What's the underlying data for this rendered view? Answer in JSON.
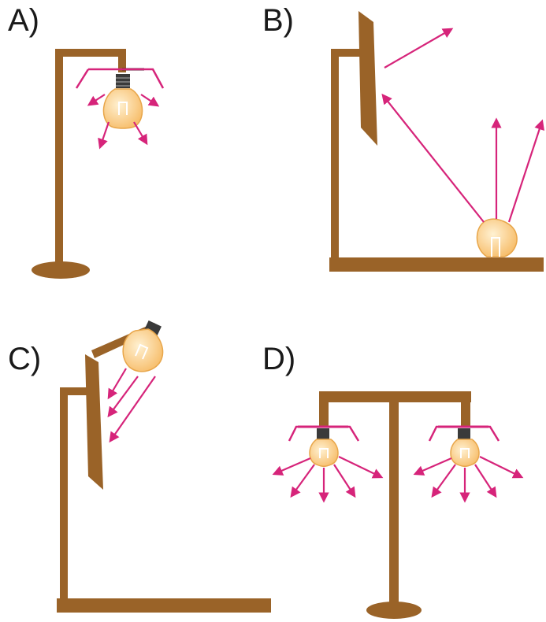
{
  "panels": [
    {
      "label": "A)"
    },
    {
      "label": "B)"
    },
    {
      "label": "C)"
    },
    {
      "label": "D)"
    }
  ],
  "colors": {
    "wood": "#9a6328",
    "ray": "#d6247a",
    "bulb": "#fbd08a",
    "bulb_edge": "#e8a64a",
    "socket": "#3a3a3a"
  }
}
